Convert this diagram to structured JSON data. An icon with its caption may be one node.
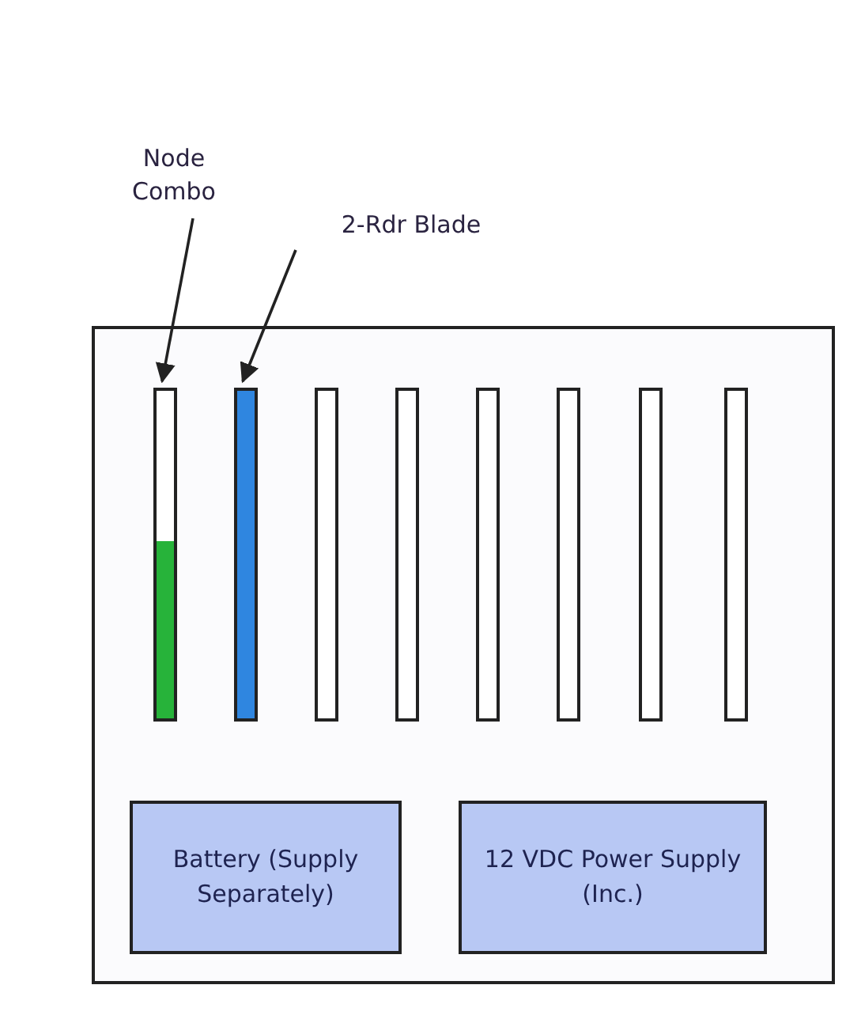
{
  "diagram": {
    "nodes": [
      {
        "text": [
          "Node Combo"
        ]
      },
      {
        "text": [
          "2-Rdr Blade"
        ]
      },
      {
        "text": [],
        "shape": "box"
      },
      {
        "text": [],
        "shape": "bar",
        "in": 2
      },
      {
        "text": [],
        "shape": "bar",
        "in": 2
      },
      {
        "text": [],
        "shape": "bar",
        "in": 2
      },
      {
        "text": [],
        "shape": "bar",
        "in": 2
      },
      {
        "text": [],
        "shape": "bar",
        "in": 2
      },
      {
        "text": [],
        "shape": "bar",
        "in": 2
      },
      {
        "text": [],
        "shape": "bar",
        "in": 2
      },
      {
        "text": [],
        "shape": "bar",
        "in": 2
      },
      {
        "text": [
          "Battery (Supply Separately)"
        ],
        "in": 2
      },
      {
        "text": [
          "12 VDC Power Supply (Inc.)"
        ],
        "in": 2
      }
    ],
    "edges": [
      {
        "from": 0,
        "to": 3,
        "arrow": "to"
      },
      {
        "from": 1,
        "to": 4,
        "arrow": "to"
      }
    ]
  }
}
